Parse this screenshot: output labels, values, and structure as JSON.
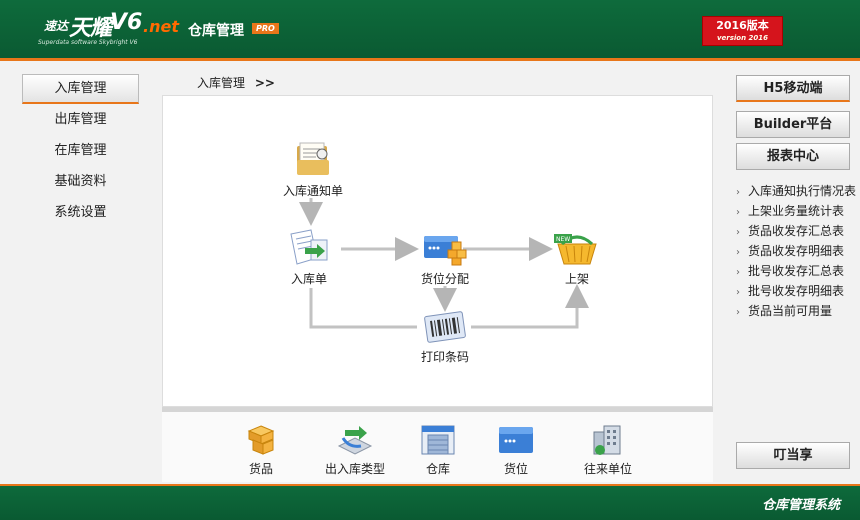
{
  "header": {
    "brand_small": "速达",
    "brand_main": "天耀",
    "brand_v6": "V6",
    "brand_net": ".net",
    "brand_sub": "Superdata software Skybright V6",
    "module_title": "仓库管理",
    "pro_badge": "PRO",
    "version_main": "2016版本",
    "version_sub": "version 2016"
  },
  "left_menu": {
    "items": [
      {
        "label": "入库管理",
        "active": true
      },
      {
        "label": "出库管理",
        "active": false
      },
      {
        "label": "在库管理",
        "active": false
      },
      {
        "label": "基础资料",
        "active": false
      },
      {
        "label": "系统设置",
        "active": false
      }
    ]
  },
  "breadcrumb": {
    "label": "入库管理",
    "arrow": ">>"
  },
  "flow": {
    "nodes": [
      {
        "id": "notice",
        "label": "入库通知单",
        "icon": "notice-folder-icon"
      },
      {
        "id": "inbound",
        "label": "入库单",
        "icon": "inbound-document-icon"
      },
      {
        "id": "slot",
        "label": "货位分配",
        "icon": "slot-allocation-icon"
      },
      {
        "id": "shelve",
        "label": "上架",
        "icon": "shelving-basket-icon"
      },
      {
        "id": "barcode",
        "label": "打印条码",
        "icon": "barcode-icon"
      }
    ]
  },
  "shortcuts": [
    {
      "label": "货品",
      "icon": "goods-boxes-icon"
    },
    {
      "label": "出入库类型",
      "icon": "io-type-icon"
    },
    {
      "label": "仓库",
      "icon": "warehouse-icon"
    },
    {
      "label": "货位",
      "icon": "location-card-icon"
    },
    {
      "label": "往来单位",
      "icon": "partner-building-icon"
    }
  ],
  "right": {
    "h5_button": "H5移动端",
    "builder_button": "Builder平台",
    "report_button": "报表中心",
    "reports": [
      "入库通知执行情况表",
      "上架业务量统计表",
      "货品收发存汇总表",
      "货品收发存明细表",
      "批号收发存汇总表",
      "批号收发存明细表",
      "货品当前可用量"
    ],
    "dingtalk_button": "叮当享"
  },
  "footer": {
    "title": "仓库管理系统"
  },
  "colors": {
    "brand_green": "#0a5a32",
    "accent_orange": "#e8761a",
    "version_red": "#d5141c"
  }
}
